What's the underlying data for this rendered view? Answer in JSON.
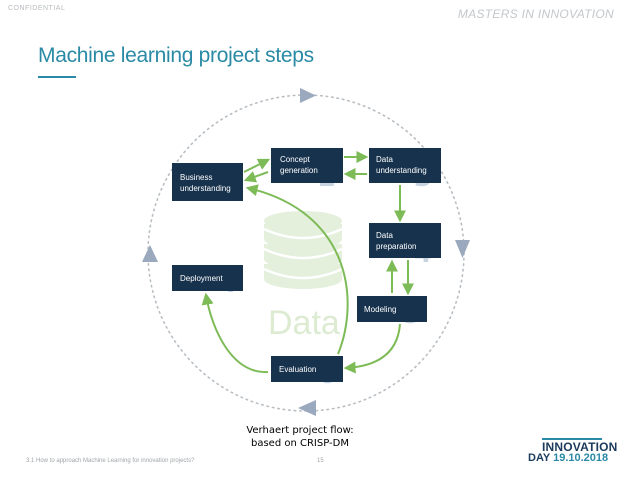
{
  "header": {
    "confidential": "CONFIDENTIAL",
    "brand": "MASTERS IN INNOVATION"
  },
  "title": "Machine learning project steps",
  "diagram": {
    "center_label": "Data",
    "steps": [
      {
        "number": "1",
        "line1": "Business",
        "line2": "understanding"
      },
      {
        "number": "2",
        "line1": "Concept",
        "line2": "generation"
      },
      {
        "number": "3",
        "line1": "Data",
        "line2": "understanding"
      },
      {
        "number": "4",
        "line1": "Data",
        "line2": "preparation"
      },
      {
        "number": "5",
        "line1": "Modeling",
        "line2": ""
      },
      {
        "number": "6",
        "line1": "Evaluation",
        "line2": ""
      },
      {
        "number": "7",
        "line1": "Deployment",
        "line2": ""
      }
    ]
  },
  "caption": {
    "line1": "Verhaert project flow:",
    "line2": "based on CRISP-DM"
  },
  "footer": {
    "text": "3.1 How to approach Machine Learning for innovation projects?",
    "page": "15"
  },
  "logo": {
    "line1": "INNOVATION",
    "line2_word": "DAY",
    "line2_date": "19.10.2018"
  },
  "colors": {
    "title": "#2a8aa6",
    "box": "#17324d",
    "arrow_green": "#7dbb57",
    "cycle_arrow": "#9aa9bd",
    "dots": "#b9bec3"
  }
}
